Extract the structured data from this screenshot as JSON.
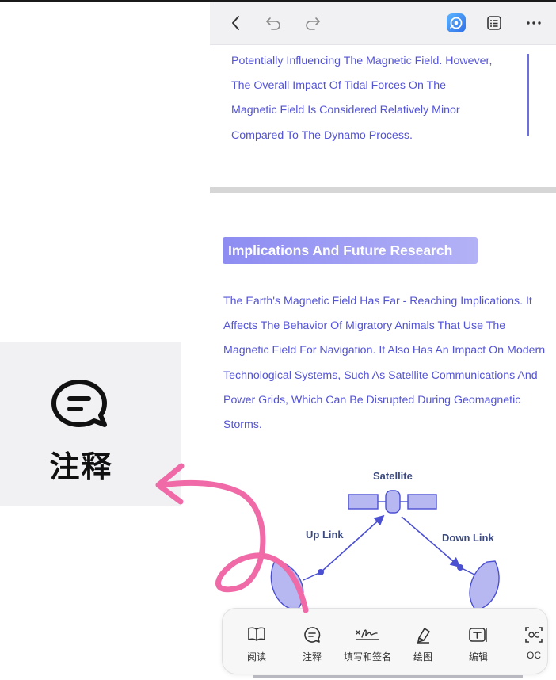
{
  "toolbar": {
    "back_icon": "chevron-left-icon",
    "undo_icon": "undo-icon",
    "redo_icon": "redo-icon",
    "ai_icon": "ai-assistant-icon",
    "outline_icon": "list-icon",
    "more_icon": "more-icon",
    "ai_color": "#2f86f0"
  },
  "document": {
    "paragraph1": [
      "Potentially Influencing The Magnetic Field. However,",
      "The Overall Impact Of Tidal Forces On The",
      "Magnetic Field Is Considered Relatively Minor",
      "Compared To The Dynamo Process."
    ],
    "heading": "Implications And Future Research",
    "paragraph2": [
      "The Earth's Magnetic Field Has Far - Reaching Implications. It",
      "Affects The Behavior Of Migratory Animals That Use The",
      "Magnetic Field For Navigation. It Also Has An Impact On Modern",
      "Technological Systems, Such As Satellite Communications And",
      "Power Grids, Which Can Be Disrupted During Geomagnetic",
      "Storms."
    ],
    "text_color": "#5353d6",
    "heading_color": "#8d8cf2"
  },
  "diagram": {
    "satellite": "Satellite",
    "up_link": "Up Link",
    "down_link": "Down Link"
  },
  "bottom_toolbar": {
    "items": [
      {
        "label": "阅读",
        "icon": "book-icon"
      },
      {
        "label": "注释",
        "icon": "comment-icon"
      },
      {
        "label": "填写和签名",
        "icon": "signature-icon"
      },
      {
        "label": "绘图",
        "icon": "pen-icon"
      },
      {
        "label": "编辑",
        "icon": "text-edit-icon"
      },
      {
        "label": "OC",
        "icon": "ocr-icon"
      }
    ]
  },
  "callout": {
    "label": "注释",
    "icon": "comment-icon",
    "arrow_color": "#f06aa8"
  }
}
